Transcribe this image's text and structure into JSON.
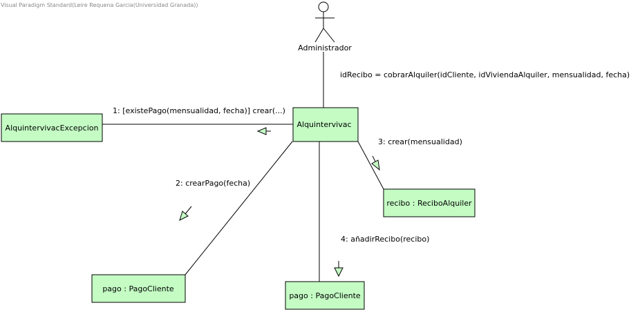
{
  "watermark": "Visual Paradigm Standard(Leire Requena Garcia(Universidad Granada))",
  "colors": {
    "object_fill": "#c4fcc4",
    "actor_head_fill": "#c4fcc4",
    "arrow_fill": "#c4fcc4",
    "line": "#000000",
    "watermark": "#888888"
  },
  "actor": {
    "name": "Administrador",
    "icon": "stick-figure-actor-icon"
  },
  "objects": {
    "main": "Alquintervivac",
    "exception": "AlquintervivacExcepcion",
    "recibo": "recibo : ReciboAlquiler",
    "pago1": "pago : PagoCliente",
    "pago2": "pago : PagoCliente"
  },
  "messages": {
    "actor_call": "idRecibo = cobrarAlquiler(idCliente, idViviendaAlquiler, mensualidad, fecha)",
    "m1": "1: [existePago(mensualidad, fecha)] crear(...)",
    "m2": "2: crearPago(fecha)",
    "m3": "3: crear(mensualidad)",
    "m4": "4: añadirRecibo(recibo)"
  }
}
